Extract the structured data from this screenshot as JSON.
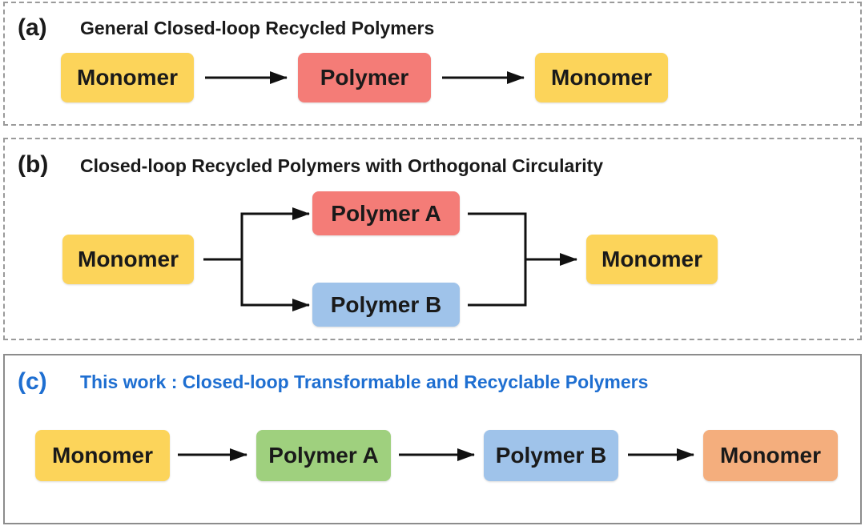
{
  "panels": {
    "a": {
      "label": "(a)",
      "title": "General Closed-loop Recycled Polymers",
      "boxes": [
        "Monomer",
        "Polymer",
        "Monomer"
      ]
    },
    "b": {
      "label": "(b)",
      "title": "Closed-loop Recycled Polymers with Orthogonal Circularity",
      "boxes": [
        "Monomer",
        "Polymer A",
        "Polymer B",
        "Monomer"
      ]
    },
    "c": {
      "label": "(c)",
      "title": "This work : Closed-loop Transformable and Recyclable Polymers",
      "boxes": [
        "Monomer",
        "Polymer A",
        "Polymer B",
        "Monomer"
      ]
    }
  },
  "colors": {
    "monomer_yellow": "#fcd45a",
    "polymer_red": "#f47c77",
    "polymer_blue": "#9fc3ea",
    "polymer_green": "#9fd07e",
    "monomer_orange": "#f4ae7d",
    "title_blue": "#1f6fd1"
  }
}
